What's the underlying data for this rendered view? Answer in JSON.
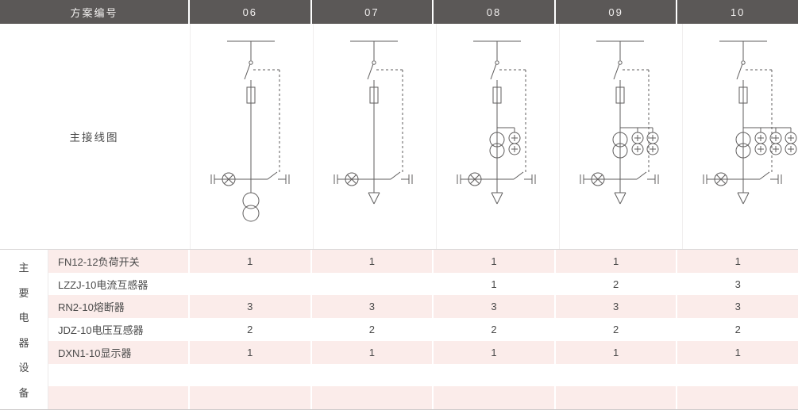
{
  "colors": {
    "header_bg": "#5b5857",
    "stripe_pink": "#fbecea",
    "diagram_stroke": "#5f5d5d"
  },
  "header": {
    "label": "方案编号",
    "columns": [
      "06",
      "07",
      "08",
      "09",
      "10"
    ]
  },
  "diagram": {
    "label": "主接线图"
  },
  "diagrams": [
    {
      "scheme": "06",
      "fuse": true,
      "line_transformer": false,
      "ct_count": 0,
      "bottom": "pt"
    },
    {
      "scheme": "07",
      "fuse": true,
      "line_transformer": false,
      "ct_count": 0,
      "bottom": "arrow"
    },
    {
      "scheme": "08",
      "fuse": true,
      "line_transformer": true,
      "ct_count": 1,
      "bottom": "arrow"
    },
    {
      "scheme": "09",
      "fuse": true,
      "line_transformer": true,
      "ct_count": 2,
      "bottom": "arrow"
    },
    {
      "scheme": "10",
      "fuse": true,
      "line_transformer": true,
      "ct_count": 3,
      "bottom": "arrow"
    }
  ],
  "equipment": {
    "category_chars": [
      "主",
      "要",
      "电",
      "器",
      "设",
      "备"
    ],
    "rows": [
      {
        "name": "FN12-12负荷开关",
        "values": [
          "1",
          "1",
          "1",
          "1",
          "1"
        ]
      },
      {
        "name": "LZZJ-10电流互感器",
        "values": [
          "",
          "",
          "1",
          "2",
          "3"
        ]
      },
      {
        "name": "RN2-10熔断器",
        "values": [
          "3",
          "3",
          "3",
          "3",
          "3"
        ]
      },
      {
        "name": "JDZ-10电压互感器",
        "values": [
          "2",
          "2",
          "2",
          "2",
          "2"
        ]
      },
      {
        "name": "DXN1-10显示器",
        "values": [
          "1",
          "1",
          "1",
          "1",
          "1"
        ]
      },
      {
        "name": "",
        "values": [
          "",
          "",
          "",
          "",
          ""
        ]
      },
      {
        "name": "",
        "values": [
          "",
          "",
          "",
          "",
          ""
        ]
      }
    ]
  }
}
